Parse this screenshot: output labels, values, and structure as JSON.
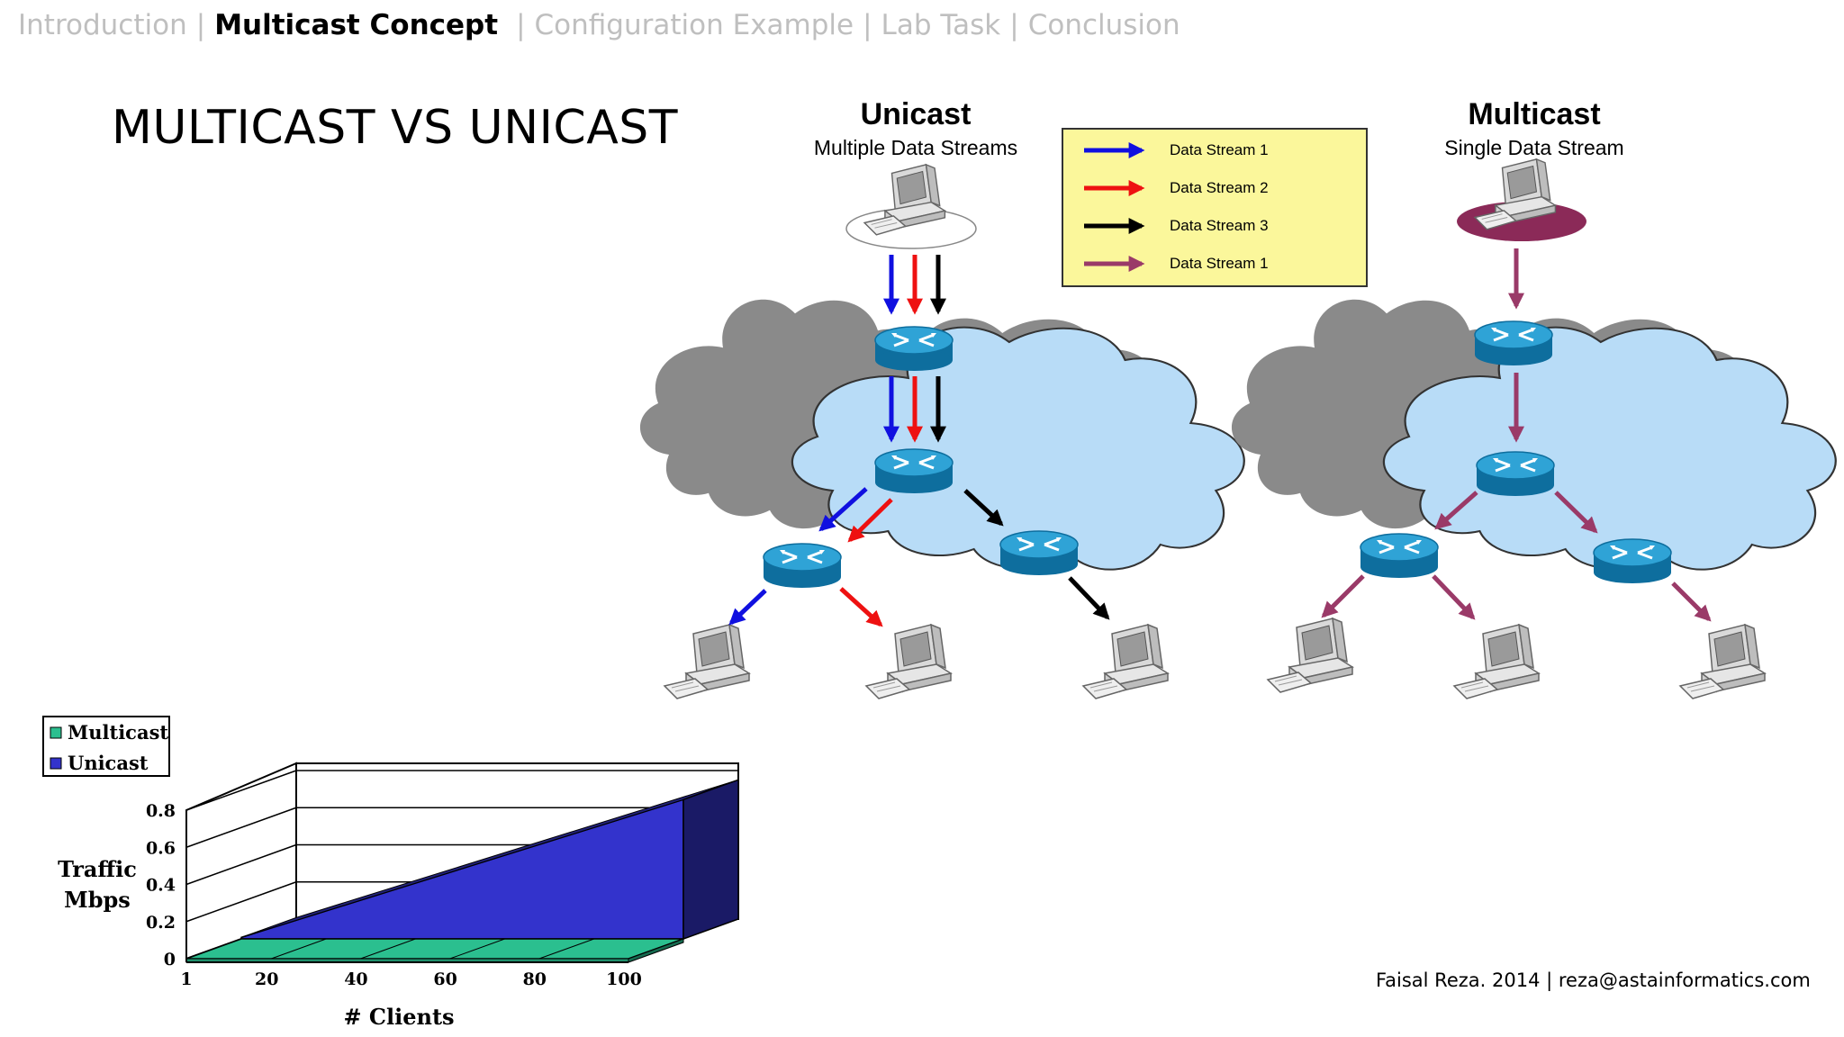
{
  "nav": {
    "items": [
      {
        "label": "Introduction",
        "active": false
      },
      {
        "label": "Multicast Concept",
        "active": true
      },
      {
        "label": "Configuration Example",
        "active": false
      },
      {
        "label": "Lab Task",
        "active": false
      },
      {
        "label": "Conclusion",
        "active": false
      }
    ],
    "separator": "|"
  },
  "slide_title": "MULTICAST VS UNICAST",
  "unicast": {
    "title": "Unicast",
    "subtitle": "Multiple Data Streams"
  },
  "multicast": {
    "title": "Multicast",
    "subtitle": "Single Data Stream"
  },
  "legend": {
    "items": [
      {
        "label": "Data Stream 1",
        "color": "#1010e0"
      },
      {
        "label": "Data Stream 2",
        "color": "#ee1111"
      },
      {
        "label": "Data Stream 3",
        "color": "#000000"
      },
      {
        "label": "Data Stream 1",
        "color": "#9a3a68"
      }
    ]
  },
  "colors": {
    "cloud_fill": "#b8dcf7",
    "cloud_shadow": "#7f7f7f",
    "router": "#1b90c6",
    "legend_bg": "#fbf79b",
    "multicast_host_disc": "#8b2a58"
  },
  "chart_data": {
    "type": "area",
    "legend": [
      "Multicast",
      "Unicast"
    ],
    "legend_placement": "top-left",
    "x": [
      1,
      20,
      40,
      60,
      80,
      100
    ],
    "x_ticks": [
      "1",
      "20",
      "40",
      "60",
      "80",
      "100"
    ],
    "y_ticks": [
      "0",
      "0.2",
      "0.4",
      "0.6",
      "0.8"
    ],
    "ylim": [
      0,
      0.8
    ],
    "xlabel": "# Clients",
    "ylabel_lines": [
      "Traffic",
      "Mbps"
    ],
    "series": [
      {
        "name": "Multicast",
        "values": [
          0.008,
          0.008,
          0.008,
          0.008,
          0.008,
          0.008
        ],
        "color": "#2bbf8f"
      },
      {
        "name": "Unicast",
        "values": [
          0.008,
          0.15,
          0.3,
          0.45,
          0.6,
          0.75
        ],
        "color": "#3333cc"
      }
    ],
    "grid": true,
    "three_d": true
  },
  "footer": "Faisal Reza. 2014 | reza@astainformatics.com"
}
